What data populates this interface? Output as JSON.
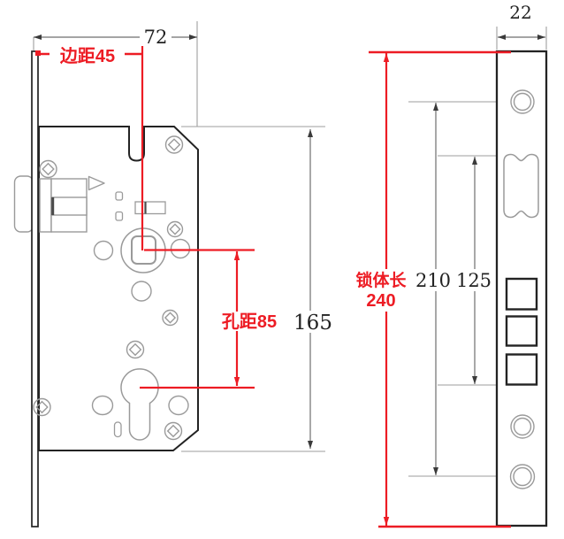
{
  "colors": {
    "accent_red": "#ed1c24",
    "outline_black": "#232323",
    "detail_gray": "#9a9a9a",
    "dimension_gray": "#6f6f6f"
  },
  "front_view": {
    "dim_body_width": "72",
    "dim_edge_distance": "边距45",
    "dim_hole_distance": "孔距85",
    "dim_body_height": "165"
  },
  "side_view": {
    "dim_plate_width": "22",
    "dim_screw_spacing": "210",
    "dim_latch_spacing": "125",
    "dim_total_length_label": "锁体长",
    "dim_total_length_value": "240"
  }
}
